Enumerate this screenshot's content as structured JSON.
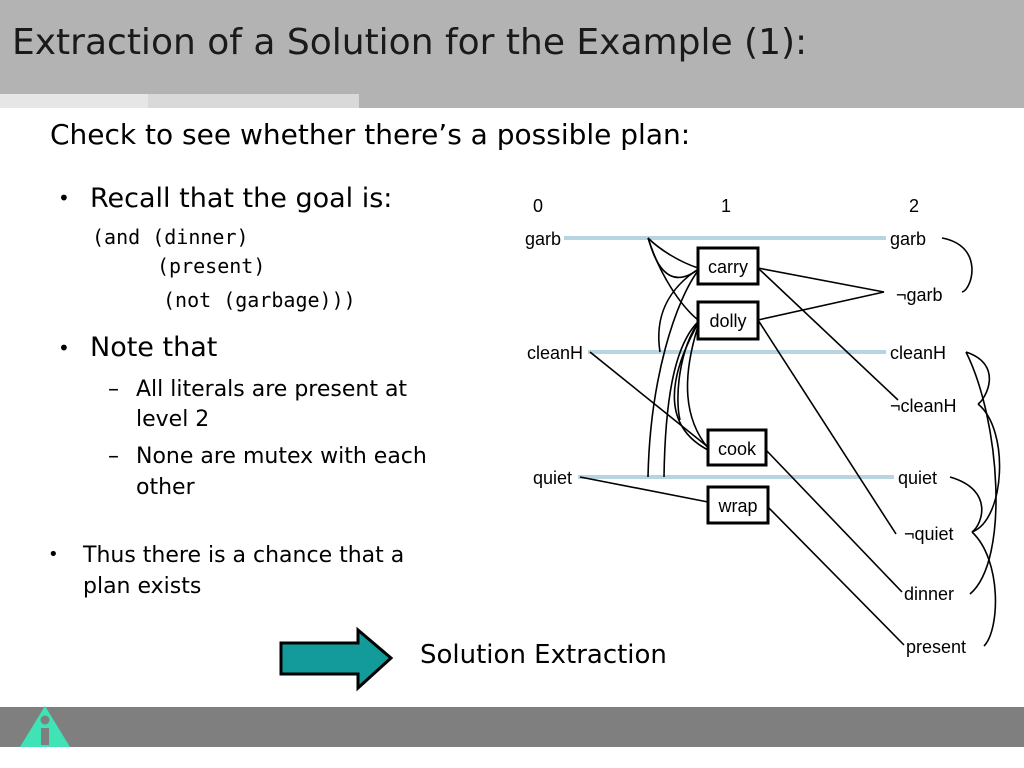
{
  "slide": {
    "title": "Extraction of a Solution for the Example (1):",
    "subtitle": "Check to see whether there’s a possible plan:"
  },
  "bullets": {
    "b1": {
      "marker": "•",
      "text": "Recall that the goal is:"
    },
    "goal": {
      "l1": "(and (dinner)",
      "l2": "(present)",
      "l3": "(not (garbage)))"
    },
    "b2": {
      "marker": "•",
      "text": "Note that"
    },
    "sub1": {
      "marker": "–",
      "l1": "All literals are present at",
      "l2": "level 2"
    },
    "sub2": {
      "marker": "–",
      "l1": "None are mutex with each",
      "l2": "other"
    },
    "b3": {
      "marker": "•",
      "l1": "Thus there is a chance that a",
      "l2": "plan exists"
    }
  },
  "graph": {
    "levels": [
      "0",
      "1",
      "2"
    ],
    "props0": [
      "garb",
      "cleanH",
      "quiet"
    ],
    "actions": [
      "carry",
      "dolly",
      "cook",
      "wrap"
    ],
    "props2": [
      "garb",
      "¬garb",
      "cleanH",
      "¬cleanH",
      "quiet",
      "¬quiet",
      "dinner",
      "present"
    ]
  },
  "extraction": {
    "label": "Solution Extraction"
  },
  "colors": {
    "noop": "#b7d4e0",
    "arrow_fill": "#139b9b",
    "logo": "#3fe3b5"
  }
}
